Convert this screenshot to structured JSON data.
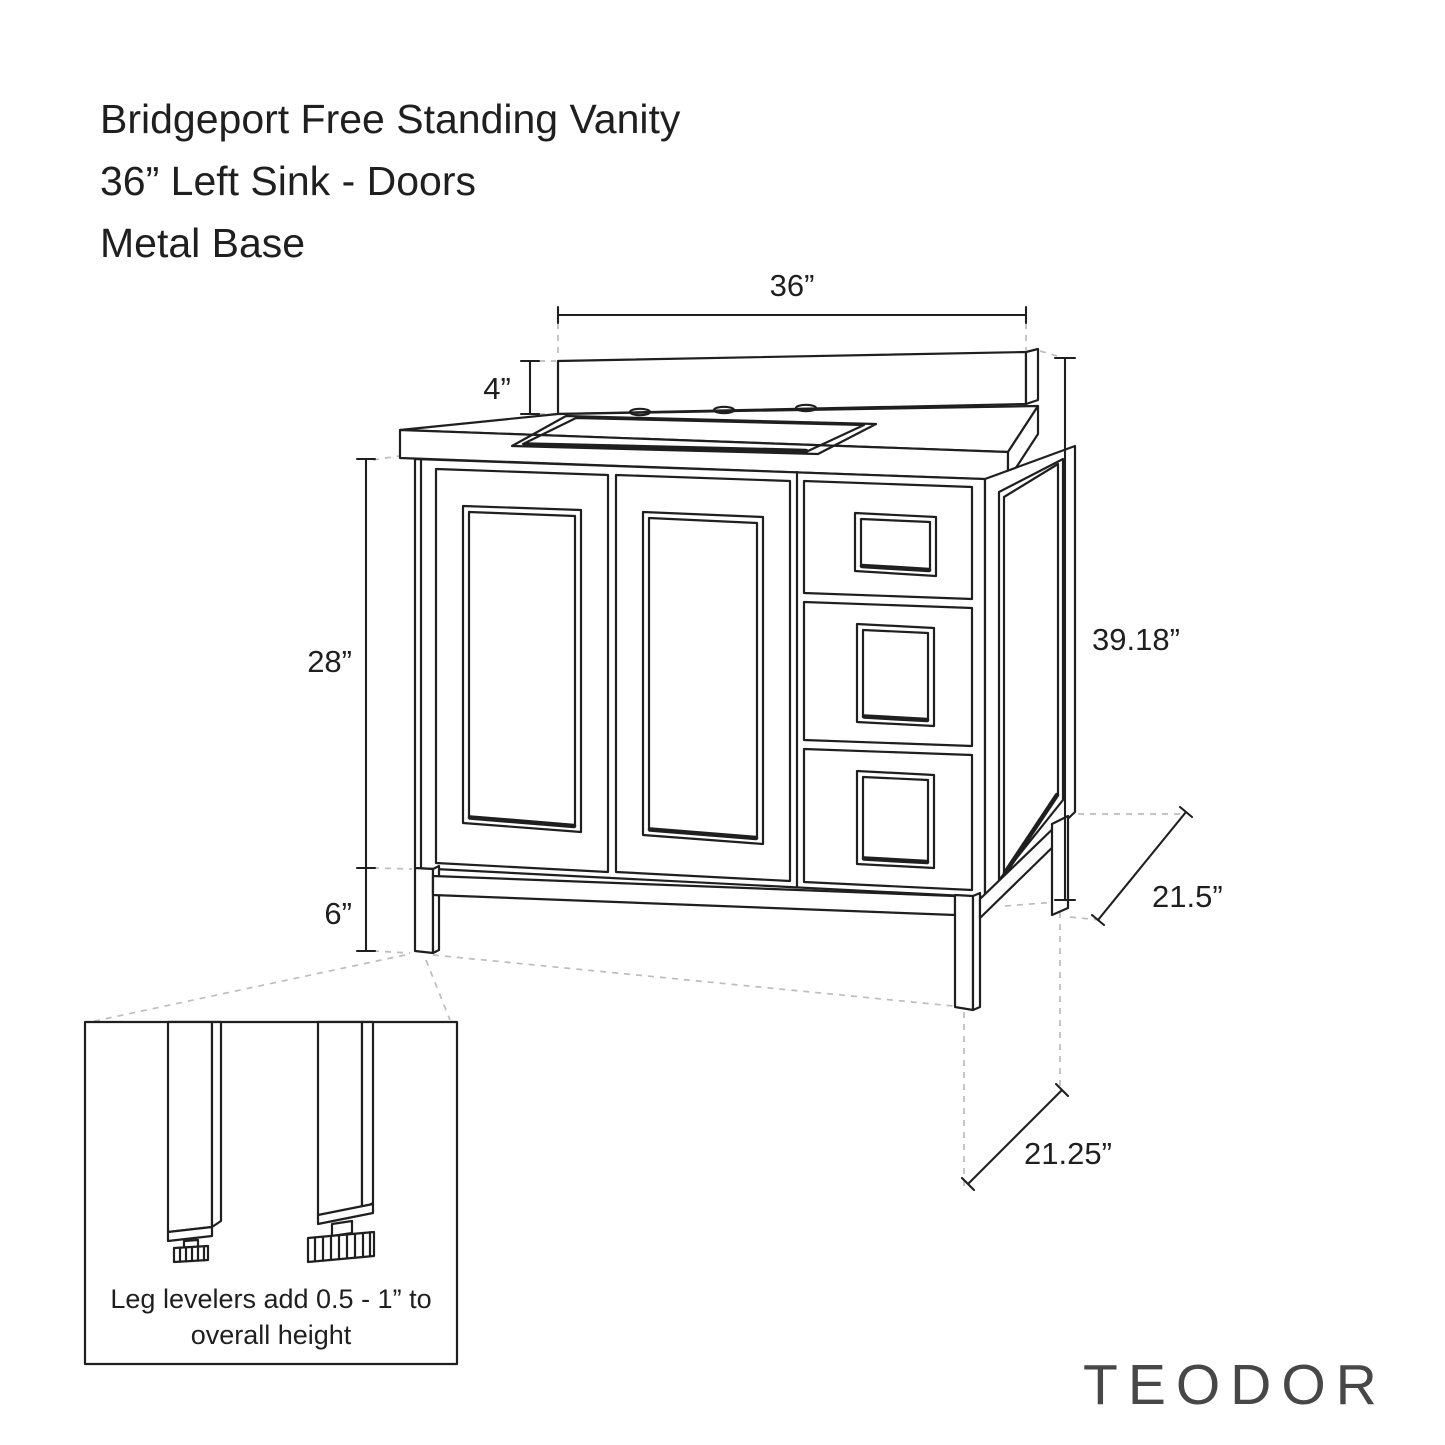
{
  "title": {
    "line1": "Bridgeport Free Standing Vanity",
    "line2": "36” Left Sink - Doors",
    "line3": "Metal Base"
  },
  "dimensions": {
    "top_width": "36”",
    "backsplash_height": "4”",
    "cabinet_height": "28”",
    "leg_height": "6”",
    "overall_height": "39.18”",
    "top_depth": "21.5”",
    "base_depth": "21.25”"
  },
  "inset_note": {
    "line1": "Leg levelers add 0.5 - 1” to",
    "line2": "overall height"
  },
  "brand": "TEODOR",
  "colors": {
    "line": "#1f1f1f",
    "dashed": "#bdbdbd",
    "background": "#ffffff",
    "brand": "#474747"
  }
}
